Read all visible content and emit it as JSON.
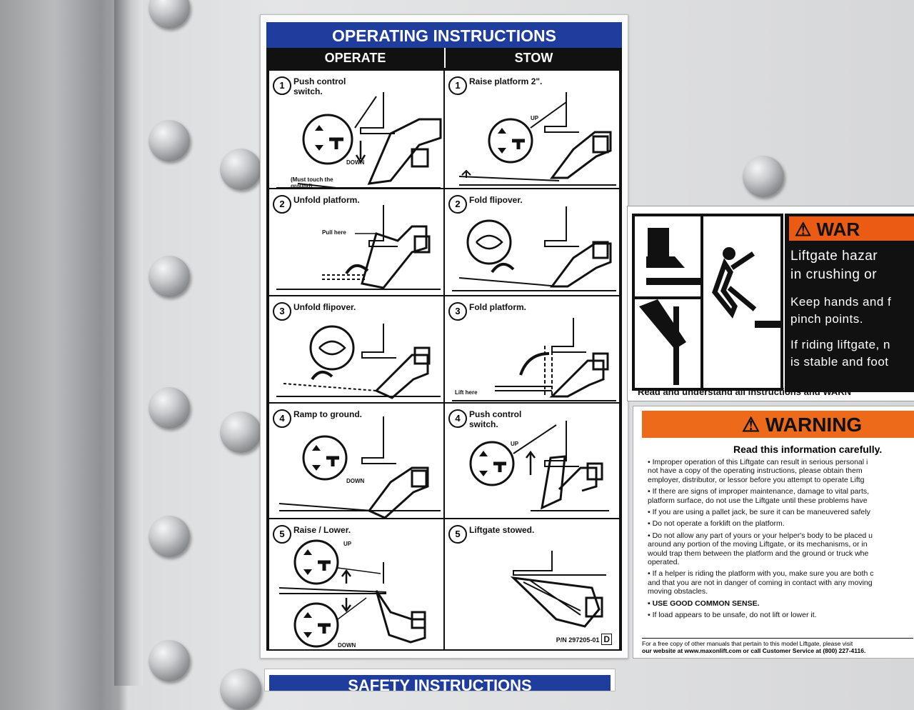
{
  "instructions": {
    "title": "OPERATING INSTRUCTIONS",
    "col_operate": "OPERATE",
    "col_stow": "STOW",
    "operate": [
      {
        "num": "1",
        "text": "Push control switch."
      },
      {
        "num": "2",
        "text": "Unfold platform."
      },
      {
        "num": "3",
        "text": "Unfold flipover."
      },
      {
        "num": "4",
        "text": "Ramp to ground."
      },
      {
        "num": "5",
        "text": "Raise / Lower."
      }
    ],
    "stow": [
      {
        "num": "1",
        "text": "Raise platform 2\"."
      },
      {
        "num": "2",
        "text": "Fold flipover."
      },
      {
        "num": "3",
        "text": "Fold platform."
      },
      {
        "num": "4",
        "text": "Push control switch."
      },
      {
        "num": "5",
        "text": "Liftgate stowed."
      }
    ],
    "labels": {
      "down": "DOWN",
      "up": "UP",
      "must_touch": "(Must touch the ground)",
      "pull_here": "Pull here",
      "lift_here": "Lift here"
    },
    "part_number": "P/N 297205-01",
    "revision": "D"
  },
  "hazard": {
    "banner": "⚠ WAR",
    "lines": [
      "Liftgate hazar",
      "in crushing or",
      "Keep hands and f",
      "pinch points.",
      "If riding liftgate, n",
      "is stable and foot"
    ],
    "footer": "Read and understand all instructions and WARN"
  },
  "warning": {
    "banner": "⚠ WARNING",
    "subtitle": "Read this information carefully.",
    "items": [
      "• Improper operation of this Liftgate can result in serious personal i",
      "  not have a copy of the operating instructions, please obtain them",
      "  employer, distributor, or lessor before you attempt to operate Liftg",
      "• If there are signs of improper maintenance, damage to vital parts,",
      "  platform surface, do not use the Liftgate until these problems have",
      "• If you are using a pallet jack, be sure it can be maneuvered safely",
      "• Do not operate a forklift on the platform.",
      "• Do not allow any part of yours or your helper's body to be placed u",
      "  around any portion of the moving Liftgate, or its mechanisms, or in",
      "  would trap them between the platform and the ground or truck whe",
      "  operated.",
      "• If a helper is riding the platform with you, make sure you are both c",
      "  and that you are not in danger of coming in contact with any moving",
      "  moving obstacles.",
      "• USE GOOD COMMON SENSE.",
      "• If load appears to be unsafe, do not lift or lower it."
    ],
    "footer1": "For a free copy of other manuals that pertain to this model Liftgate, please visit",
    "footer2": "our website at www.maxonlift.com or call Customer Service at (800) 227-4116."
  },
  "safety": {
    "title": "SAFETY INSTRUCTIONS"
  }
}
